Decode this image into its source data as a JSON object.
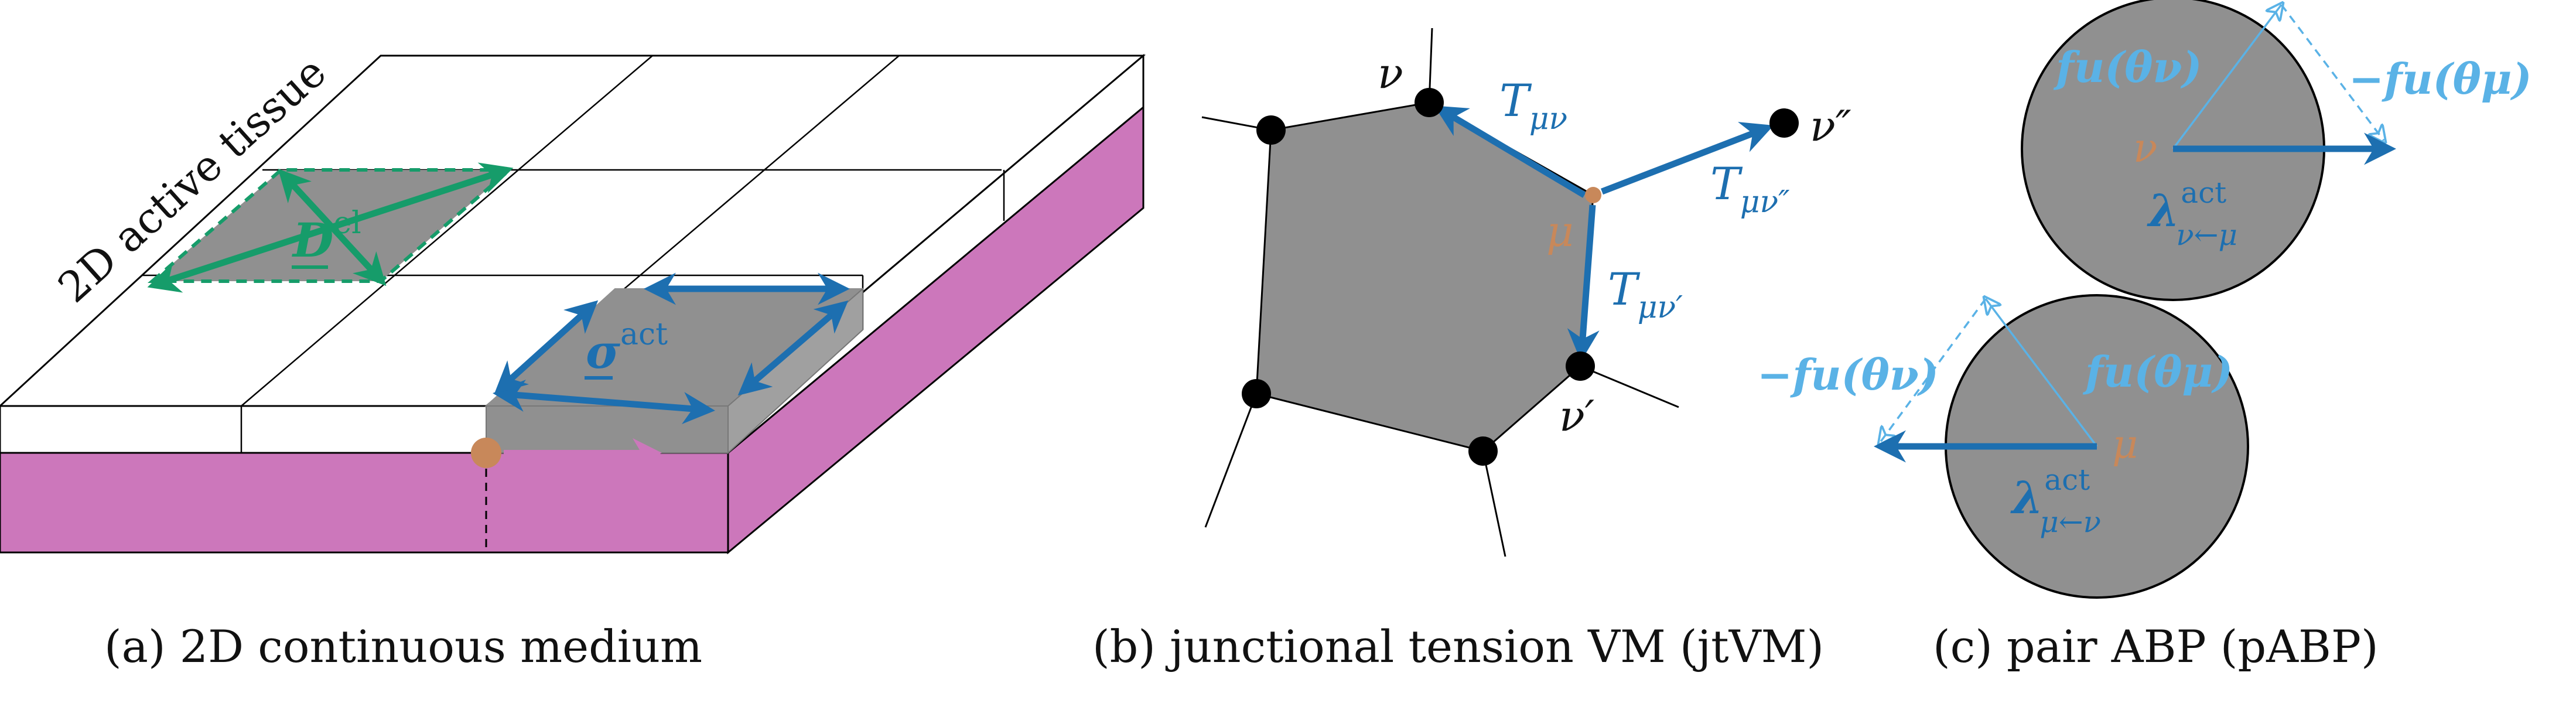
{
  "colors": {
    "tension_blue": "#1d6fb0",
    "direction_light_blue": "#5ab2e6",
    "elastic_green": "#169c6a",
    "substrate_magenta": "#cc77bb",
    "cell_gray": "#909090",
    "vertex_orange": "#c8885a",
    "vertex_black": "#000000"
  },
  "panel_a": {
    "tissue_label": "2D active tissue",
    "elastic_symbol": "D",
    "elastic_sup": "el",
    "active_symbol": "σ",
    "active_sup": "act",
    "caption": "(a) 2D continuous medium"
  },
  "panel_b": {
    "vertex_nu": "ν",
    "vertex_nu_prime": "ν′",
    "vertex_nu_dprime": "ν″",
    "vertex_mu": "μ",
    "tension_symbol": "T",
    "tension_sub_nu": "μν",
    "tension_sub_nu_prime": "μν′",
    "tension_sub_nu_dprime": "μν″",
    "caption": "(b) junctional tension VM (jtVM)"
  },
  "panel_c": {
    "top_fu_label": "fu(θν)",
    "top_minus_fu_label": "−fu(θμ)",
    "top_center_label": "ν",
    "top_lambda_sup": "act",
    "top_lambda_sub": "ν←μ",
    "bottom_fu_label": "fu(θμ)",
    "bottom_minus_fu_label": "−fu(θν)",
    "bottom_center_label": "μ",
    "bottom_lambda_sup": "act",
    "bottom_lambda_sub": "μ←ν",
    "lambda_symbol": "λ",
    "caption": "(c) pair ABP (pABP)"
  }
}
